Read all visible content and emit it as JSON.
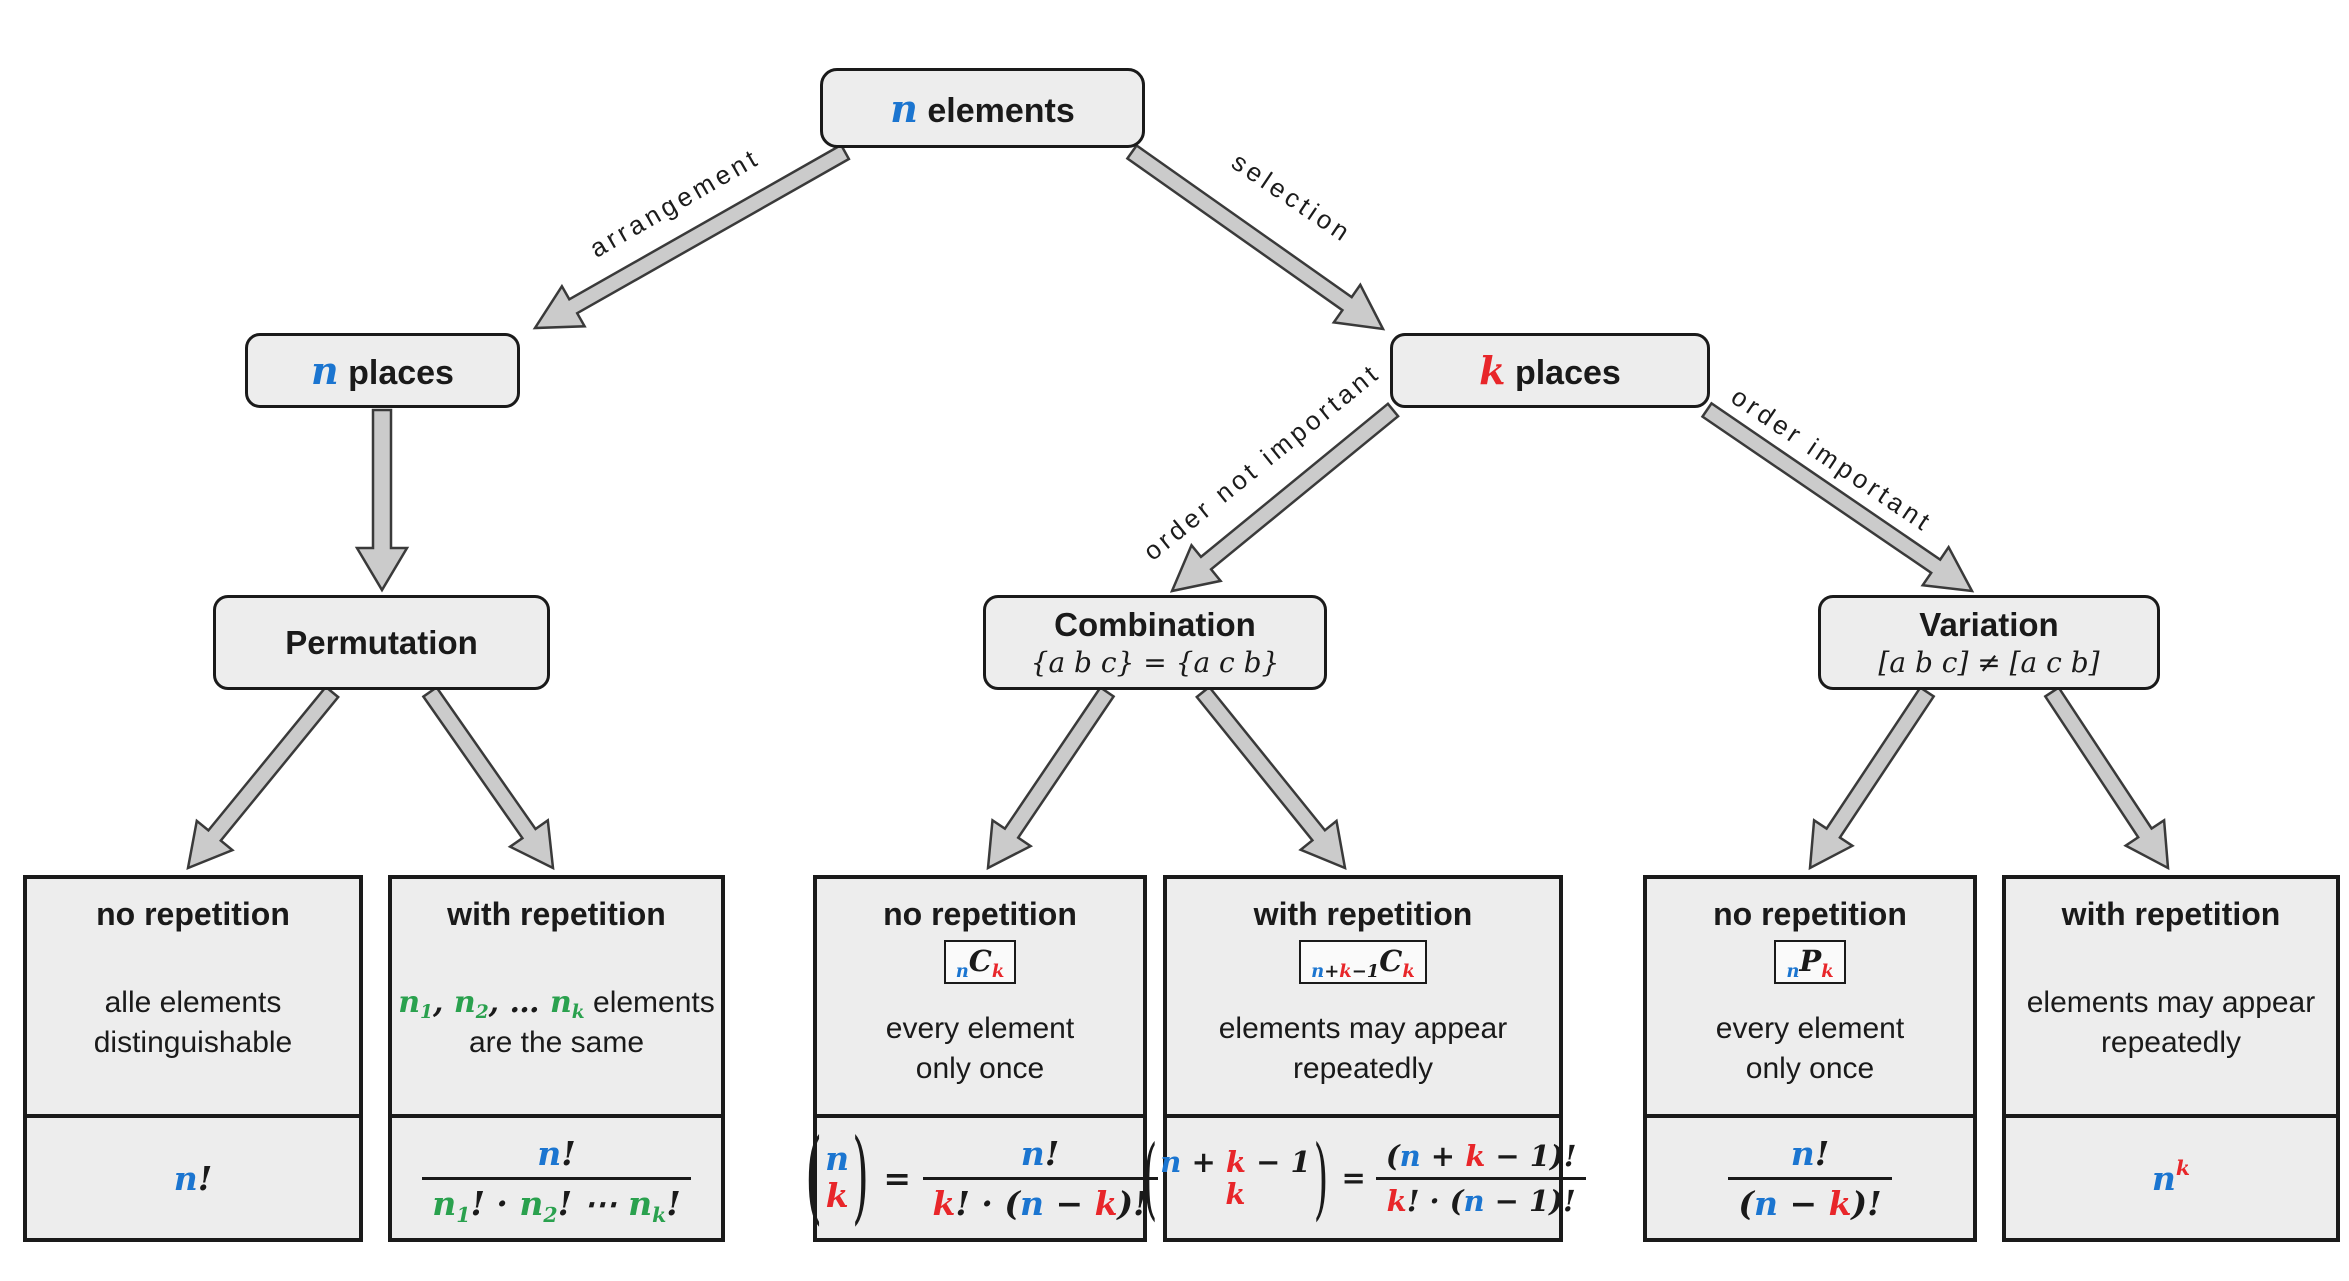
{
  "meta": {
    "colors": {
      "blue": "#1b75d0",
      "red": "#e8262a",
      "green": "#2aa14e",
      "ink": "#1a1a1a",
      "box_fill": "#ededed",
      "arrow_fill": "#cbcbcb",
      "arrow_stroke": "#3a3a3a",
      "page_bg": "#ffffff"
    }
  },
  "nodes": {
    "root": {
      "title": [
        {
          "t": "n",
          "c": "b"
        },
        {
          "t": " elements",
          "p": 1
        }
      ]
    },
    "n_places": {
      "title": [
        {
          "t": "n",
          "c": "b"
        },
        {
          "t": " places",
          "p": 1
        }
      ]
    },
    "k_places": {
      "title": [
        {
          "t": "k",
          "c": "r"
        },
        {
          "t": " places",
          "p": 1
        }
      ]
    },
    "permutation": {
      "title": "Permutation"
    },
    "combination": {
      "title": "Combination",
      "subtitle": "{a b c} = {a c b}"
    },
    "variation": {
      "title": "Variation",
      "subtitle": "[a b c] ≠ [a c b]"
    }
  },
  "edge_labels": {
    "arrangement": "arrangement",
    "selection": "selection",
    "order_not_important": "order not important",
    "order_important": "order important"
  },
  "leaves": [
    {
      "heading": "no repetition",
      "body1": [
        {
          "t": "alle elements",
          "p": 1
        }
      ],
      "body2": "distinguishable",
      "formula": [
        {
          "t": "n",
          "c": "b"
        },
        {
          "t": "!",
          "c": "k"
        }
      ]
    },
    {
      "heading": "with repetition",
      "body1": [
        {
          "t": "n",
          "c": "g"
        },
        {
          "t": "1",
          "c": "g",
          "v": "sub"
        },
        {
          "t": ", ",
          "c": "k"
        },
        {
          "t": "n",
          "c": "g"
        },
        {
          "t": "2",
          "c": "g",
          "v": "sub"
        },
        {
          "t": ", … ",
          "c": "k"
        },
        {
          "t": "n",
          "c": "g"
        },
        {
          "t": "k",
          "c": "g",
          "v": "sub"
        },
        {
          "t": " elements",
          "p": 1
        }
      ],
      "body2": "are the same",
      "formula": [
        {
          "frac": {
            "num": [
              {
                "t": "n",
                "c": "b"
              },
              {
                "t": "!",
                "c": "k"
              }
            ],
            "den": [
              {
                "t": "n",
                "c": "g"
              },
              {
                "t": "1",
                "c": "g",
                "v": "sub"
              },
              {
                "t": "! · ",
                "c": "k"
              },
              {
                "t": "n",
                "c": "g"
              },
              {
                "t": "2",
                "c": "g",
                "v": "sub"
              },
              {
                "t": "! ⋯ ",
                "c": "k"
              },
              {
                "t": "n",
                "c": "g"
              },
              {
                "t": "k",
                "c": "g",
                "v": "sub"
              },
              {
                "t": "!",
                "c": "k"
              }
            ]
          }
        }
      ]
    },
    {
      "heading": "no repetition",
      "badge": [
        {
          "t": "n",
          "c": "b",
          "v": "sub"
        },
        {
          "t": "C",
          "c": "k"
        },
        {
          "t": "k",
          "c": "r",
          "v": "sub"
        }
      ],
      "body1": [
        {
          "t": "every element",
          "p": 1
        }
      ],
      "body2": "only once",
      "formula": [
        {
          "binom": {
            "top": [
              {
                "t": "n",
                "c": "b"
              }
            ],
            "bot": [
              {
                "t": "k",
                "c": "r"
              }
            ]
          }
        },
        {
          "t": " = ",
          "c": "k"
        },
        {
          "frac": {
            "num": [
              {
                "t": "n",
                "c": "b"
              },
              {
                "t": "!",
                "c": "k"
              }
            ],
            "den": [
              {
                "t": "k",
                "c": "r"
              },
              {
                "t": "! · (",
                "c": "k"
              },
              {
                "t": "n",
                "c": "b"
              },
              {
                "t": " − ",
                "c": "k"
              },
              {
                "t": "k",
                "c": "r"
              },
              {
                "t": ")!",
                "c": "k"
              }
            ]
          }
        }
      ]
    },
    {
      "heading": "with repetition",
      "badge": [
        {
          "t": "n",
          "c": "b",
          "v": "sub"
        },
        {
          "t": "+",
          "c": "k",
          "v": "sub"
        },
        {
          "t": "k",
          "c": "r",
          "v": "sub"
        },
        {
          "t": "−1",
          "c": "k",
          "v": "sub"
        },
        {
          "t": "C",
          "c": "k"
        },
        {
          "t": "k",
          "c": "r",
          "v": "sub"
        }
      ],
      "body1": [
        {
          "t": "elements may appear",
          "p": 1
        }
      ],
      "body2": "repeatedly",
      "formula": [
        {
          "binom": {
            "top": [
              {
                "t": "n",
                "c": "b"
              },
              {
                "t": " + ",
                "c": "k"
              },
              {
                "t": "k",
                "c": "r"
              },
              {
                "t": " − 1",
                "c": "k"
              }
            ],
            "bot": [
              {
                "t": "k",
                "c": "r"
              }
            ]
          }
        },
        {
          "t": " = ",
          "c": "k"
        },
        {
          "frac": {
            "num": [
              {
                "t": "(",
                "c": "k"
              },
              {
                "t": "n",
                "c": "b"
              },
              {
                "t": " + ",
                "c": "k"
              },
              {
                "t": "k",
                "c": "r"
              },
              {
                "t": " − 1)!",
                "c": "k"
              }
            ],
            "den": [
              {
                "t": "k",
                "c": "r"
              },
              {
                "t": "! · (",
                "c": "k"
              },
              {
                "t": "n",
                "c": "b"
              },
              {
                "t": " − 1)!",
                "c": "k"
              }
            ]
          }
        }
      ]
    },
    {
      "heading": "no repetition",
      "badge": [
        {
          "t": "n",
          "c": "b",
          "v": "sub"
        },
        {
          "t": "P",
          "c": "k"
        },
        {
          "t": "k",
          "c": "r",
          "v": "sub"
        }
      ],
      "body1": [
        {
          "t": "every element",
          "p": 1
        }
      ],
      "body2": "only once",
      "formula": [
        {
          "frac": {
            "num": [
              {
                "t": "n",
                "c": "b"
              },
              {
                "t": "!",
                "c": "k"
              }
            ],
            "den": [
              {
                "t": "(",
                "c": "k"
              },
              {
                "t": "n",
                "c": "b"
              },
              {
                "t": " − ",
                "c": "k"
              },
              {
                "t": "k",
                "c": "r"
              },
              {
                "t": ")!",
                "c": "k"
              }
            ]
          }
        }
      ]
    },
    {
      "heading": "with repetition",
      "body1": [
        {
          "t": "elements may appear",
          "p": 1
        }
      ],
      "body2": "repeatedly",
      "formula": [
        {
          "t": "n",
          "c": "b"
        },
        {
          "t": "k",
          "c": "r",
          "v": "sup"
        }
      ]
    }
  ]
}
